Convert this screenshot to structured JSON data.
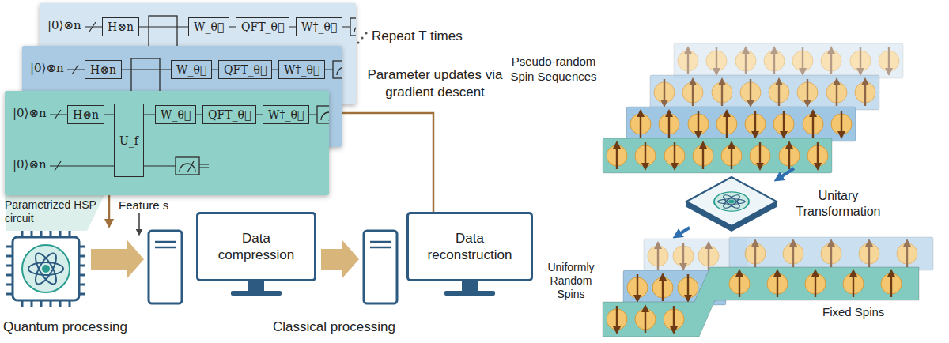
{
  "diagram": {
    "nodes": [
      {
        "text": [
          "|0⟩⊗n",
          "|0⟩⊗n"
        ]
      },
      {
        "text": [
          "H⊗n"
        ],
        "in": 0
      },
      {
        "text": [
          "U_f"
        ],
        "in": 0
      },
      {
        "text": [
          "W_θ⃗"
        ],
        "in": 0
      },
      {
        "text": [
          "QFT_θ⃗"
        ],
        "in": 0
      },
      {
        "text": [
          "W†_θ⃗"
        ],
        "in": 0
      },
      {
        "text": [
          "|0⟩⊗n"
        ]
      },
      {
        "text": [
          "H⊗n"
        ],
        "in": 6
      },
      {
        "text": [
          "W_θ⃗"
        ],
        "in": 6
      },
      {
        "text": [
          "QFT_θ⃗"
        ],
        "in": 6
      },
      {
        "text": [
          "W†_θ⃗"
        ],
        "in": 6
      },
      {
        "text": [
          "|0⟩⊗n"
        ]
      },
      {
        "text": [
          "H⊗n"
        ],
        "in": 11
      },
      {
        "text": [
          "W_θ⃗"
        ],
        "in": 11
      },
      {
        "text": [
          "QFT_θ⃗"
        ],
        "in": 11
      },
      {
        "text": [
          "W†_θ⃗"
        ],
        "in": 11
      },
      {
        "text": [
          "Data compression"
        ]
      },
      {
        "text": [
          "Data reconstruction"
        ]
      }
    ],
    "labels": [
      "Repeat T times",
      "Parameter updates via gradient descent",
      "Parametrized HSP circuit",
      "Feature s",
      "Quantum processing",
      "Classical processing",
      "Pseudo-random Spin Sequences",
      "Unitary Transformation",
      "Uniformly Random Spins",
      "Fixed Spins"
    ]
  }
}
